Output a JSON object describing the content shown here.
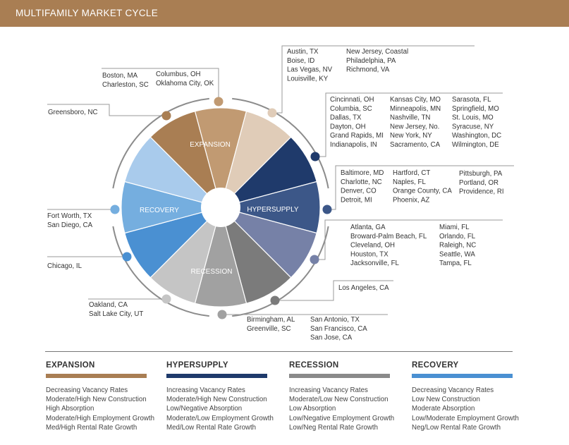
{
  "title": "MULTIFAMILY MARKET CYCLE",
  "colors": {
    "header": "#a97e53",
    "expansion": "#a97e53",
    "hypersupply": "#1e3a6b",
    "recession": "#8a8a8a",
    "recovery": "#4a90d2"
  },
  "wheel_labels": {
    "expansion": "EXPANSION",
    "hypersupply": "HYPERSUPPLY",
    "recession": "RECESSION",
    "recovery": "RECOVERY"
  },
  "markets": [
    {
      "phase": "recovery",
      "cities": [
        "Chicago, IL"
      ]
    },
    {
      "phase": "recovery",
      "cities": [
        "Fort Worth, TX",
        "San Diego, CA"
      ]
    },
    {
      "phase": "expansion",
      "cities": [
        "Greensboro, NC"
      ]
    },
    {
      "phase": "expansion",
      "cities": [
        "Boston, MA",
        "Charleston, SC",
        "Columbus, OH",
        "Oklahoma City, OK"
      ]
    },
    {
      "phase": "expansion",
      "cities": [
        "Austin, TX",
        "Boise, ID",
        "Las Vegas, NV",
        "Louisville, KY",
        "New Jersey, Coastal",
        "Philadelphia, PA",
        "Richmond, VA"
      ]
    },
    {
      "phase": "hypersupply",
      "cities": [
        "Cincinnati, OH",
        "Columbia, SC",
        "Dallas, TX",
        "Dayton, OH",
        "Grand Rapids, MI",
        "Indianapolis, IN",
        "Kansas City, MO",
        "Minneapolis, MN",
        "Nashville, TN",
        "New Jersey, No.",
        "New York, NY",
        "Sacramento, CA",
        "Sarasota, FL",
        "Springfield, MO",
        "St. Louis, MO",
        "Syracuse, NY",
        "Washington, DC",
        "Wilmington, DE"
      ]
    },
    {
      "phase": "hypersupply",
      "cities": [
        "Baltimore, MD",
        "Charlotte, NC",
        "Denver, CO",
        "Detroit, MI",
        "Hartford, CT",
        "Naples, FL",
        "Orange County, CA",
        "Phoenix, AZ",
        "Pittsburgh, PA",
        "Portland, OR",
        "Providence, RI"
      ]
    },
    {
      "phase": "hypersupply",
      "cities": [
        "Atlanta, GA",
        "Broward-Palm Beach, FL",
        "Cleveland, OH",
        "Houston, TX",
        "Jacksonville, FL",
        "Miami, FL",
        "Orlando, FL",
        "Raleigh, NC",
        "Seattle, WA",
        "Tampa, FL"
      ]
    },
    {
      "phase": "recession",
      "cities": [
        "Los Angeles, CA"
      ]
    },
    {
      "phase": "recession",
      "cities": [
        "Birmingham, AL",
        "Greenville, SC",
        "San Antonio, TX",
        "San Francisco, CA",
        "San Jose, CA"
      ]
    },
    {
      "phase": "recession",
      "cities": [
        "Oakland, CA",
        "Salt Lake City, UT"
      ]
    }
  ],
  "legend": [
    {
      "phase": "expansion",
      "title": "EXPANSION",
      "lines": [
        "Decreasing Vacancy Rates",
        "Moderate/High New Construction",
        "High Absorption",
        "Moderate/High Employment Growth",
        "Med/High Rental Rate Growth"
      ]
    },
    {
      "phase": "hypersupply",
      "title": "HYPERSUPPLY",
      "lines": [
        "Increasing Vacancy Rates",
        "Moderate/High New Construction",
        "Low/Negative Absorption",
        "Moderate/Low Employment Growth",
        "Med/Low Rental Rate Growth"
      ]
    },
    {
      "phase": "recession",
      "title": "RECESSION",
      "lines": [
        "Increasing Vacancy Rates",
        "Moderate/Low New Construction",
        "Low Absorption",
        "Low/Negative Employment Growth",
        "Low/Neg Rental Rate Growth"
      ]
    },
    {
      "phase": "recovery",
      "title": "RECOVERY",
      "lines": [
        "Decreasing Vacancy Rates",
        "Low New Construction",
        "Moderate Absorption",
        "Low/Moderate Employment Growth",
        "Neg/Low Rental Rate Growth"
      ]
    }
  ]
}
